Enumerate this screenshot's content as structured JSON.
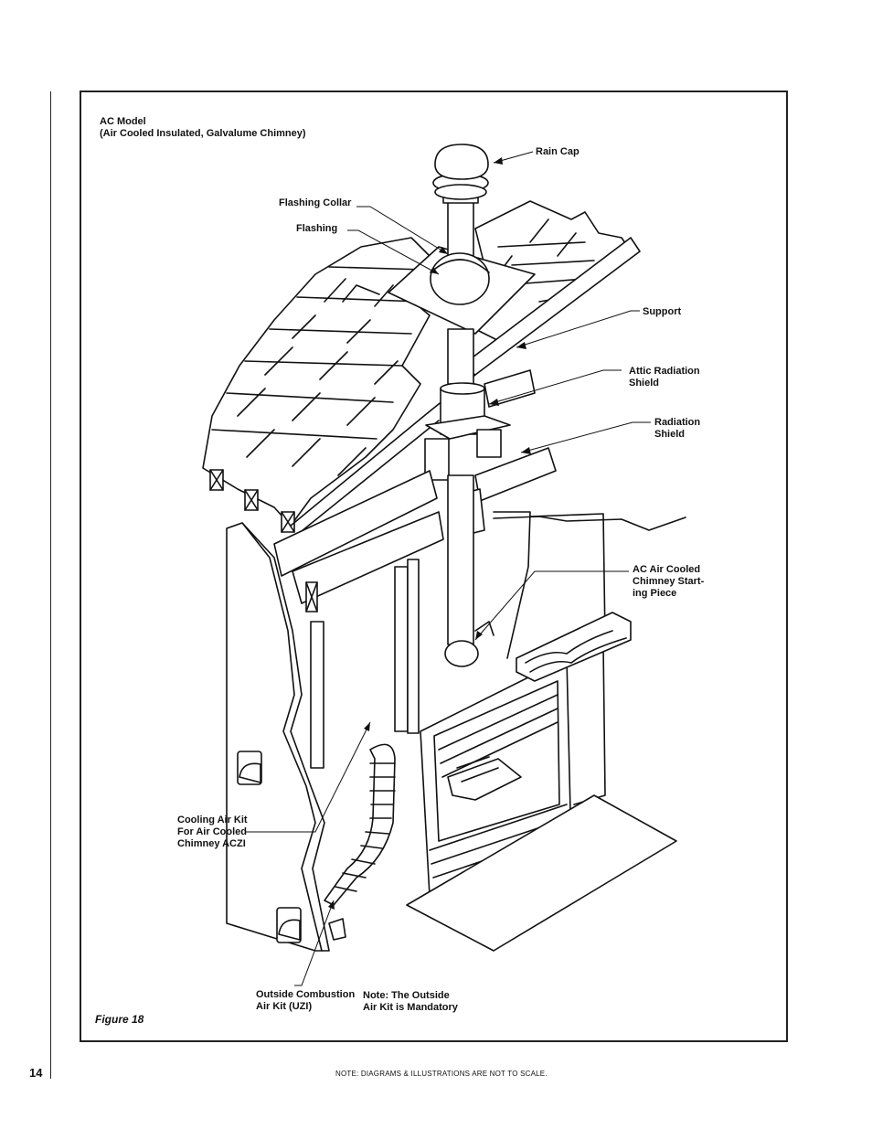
{
  "header": {
    "model_line1": "AC Model",
    "model_line2": "(Air Cooled Insulated, Galvalume Chimney)"
  },
  "labels": {
    "rain_cap": "Rain Cap",
    "flashing_collar": "Flashing Collar",
    "flashing": "Flashing",
    "support": "Support",
    "attic_radiation_shield": "Attic Radiation\nShield",
    "radiation_shield": "Radiation\nShield",
    "ac_chimney_starting_piece": "AC Air Cooled\nChimney Start-\ning Piece",
    "cooling_air_kit": "Cooling Air Kit\nFor Air Cooled\nChimney ACZI",
    "outside_combustion_air_kit": "Outside Combustion\nAir Kit (UZI)",
    "note_mandatory": "Note: The Outside\nAir Kit is Mandatory"
  },
  "figure_caption": "Figure 18",
  "page_number": "14",
  "footer_note": "NOTE: DIAGRAMS & ILLUSTRATIONS ARE NOT TO SCALE."
}
